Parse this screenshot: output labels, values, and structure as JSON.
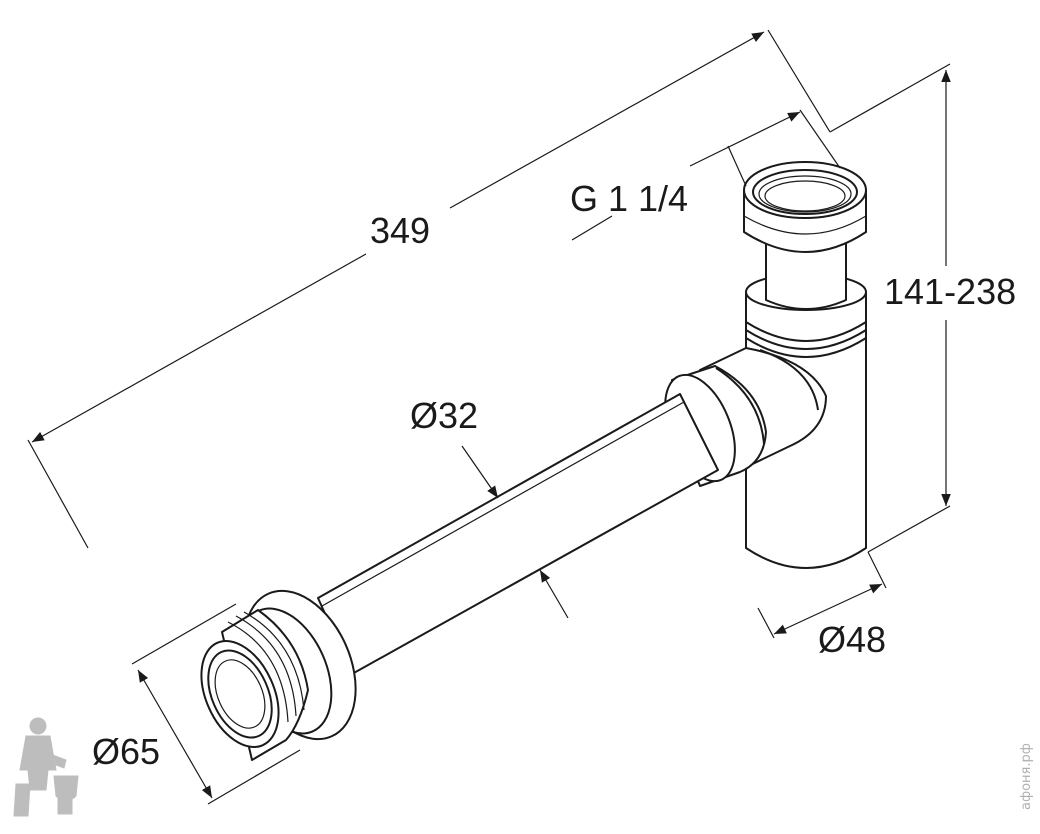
{
  "dimensions": {
    "total_length": "349",
    "thread": "G 1 1/4",
    "height_range": "141-238",
    "pipe_diameter": "Ø32",
    "body_diameter": "Ø48",
    "outlet_diameter": "Ø65"
  },
  "watermark": {
    "text": "афоня.рф"
  },
  "colors": {
    "line": "#1a1a1a",
    "background": "#ffffff",
    "watermark": "#b0b0b0"
  }
}
